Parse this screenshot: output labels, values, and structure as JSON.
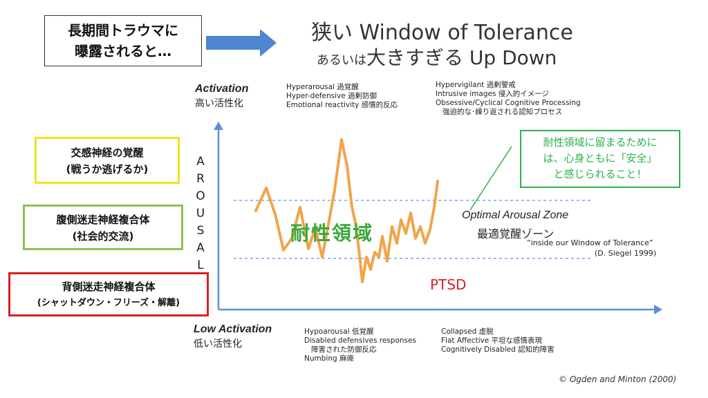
{
  "top_box": {
    "line1": "長期間トラウマに",
    "line2": "曝露されると…"
  },
  "title": {
    "line1": "狭い Window of Tolerance",
    "line2_small": "あるいは",
    "line2_large": "大きすぎる Up Down"
  },
  "high": {
    "label_en": "Activation",
    "label_jp": "高い活性化",
    "notes_left": [
      "Hyperarousal 過覚醒",
      "Hyper-defensive 過剰防御",
      "Emotional reactivity 感情的反応"
    ],
    "notes_right": [
      "Hypervigilant 過剰警戒",
      "Intrusive images 侵入的イメージ",
      "Obsessive/Cyclical Cognitive Processing",
      "強迫的な･繰り返される認知プロセス"
    ]
  },
  "low": {
    "label_en": "Low Activation",
    "label_jp": "低い活性化",
    "notes_left": [
      "Hypoarousal 低覚醒",
      "Disabled defensives responses",
      "障害された防御反応",
      "Numbing 麻痺"
    ],
    "notes_right": [
      "Collapsed 虚脱",
      "Flat Affective 平坦な感情表現",
      "Cognitively Disabled 認知的障害"
    ]
  },
  "arousal_letters": [
    "A",
    "R",
    "O",
    "U",
    "S",
    "A",
    "L"
  ],
  "states": {
    "sympathetic": {
      "line1": "交感神経の覚醒",
      "line2": "(戦うか逃げるか)",
      "color": "#f2e21a"
    },
    "ventral": {
      "line1": "腹側迷走神経複合体",
      "line2": "(社会的交流)",
      "color": "#8cc152"
    },
    "dorsal": {
      "line1": "背側迷走神経複合体",
      "line2": "(シャットダウン・フリーズ・解離)",
      "color": "#d92020"
    }
  },
  "center_label": "耐性領域",
  "ptsd_label": "PTSD",
  "optimal": {
    "en": "Optimal Arousal Zone",
    "jp": "最適覚醒ゾーン",
    "quote": "“inside our Window of Tolerance”",
    "cite": "(D. Siegel 1999)"
  },
  "callout": {
    "line1": "耐性領域に留まるために",
    "line2": "は、心身ともに「安全」",
    "line3": "と感じられること！",
    "color": "#2bb24c"
  },
  "copyright": "© Ogden and Minton (2000)",
  "colors": {
    "axis": "#5b8fd6",
    "arrow": "#4f86d0",
    "wave": "#f0a54a",
    "dashed": "#7aa6e0"
  }
}
